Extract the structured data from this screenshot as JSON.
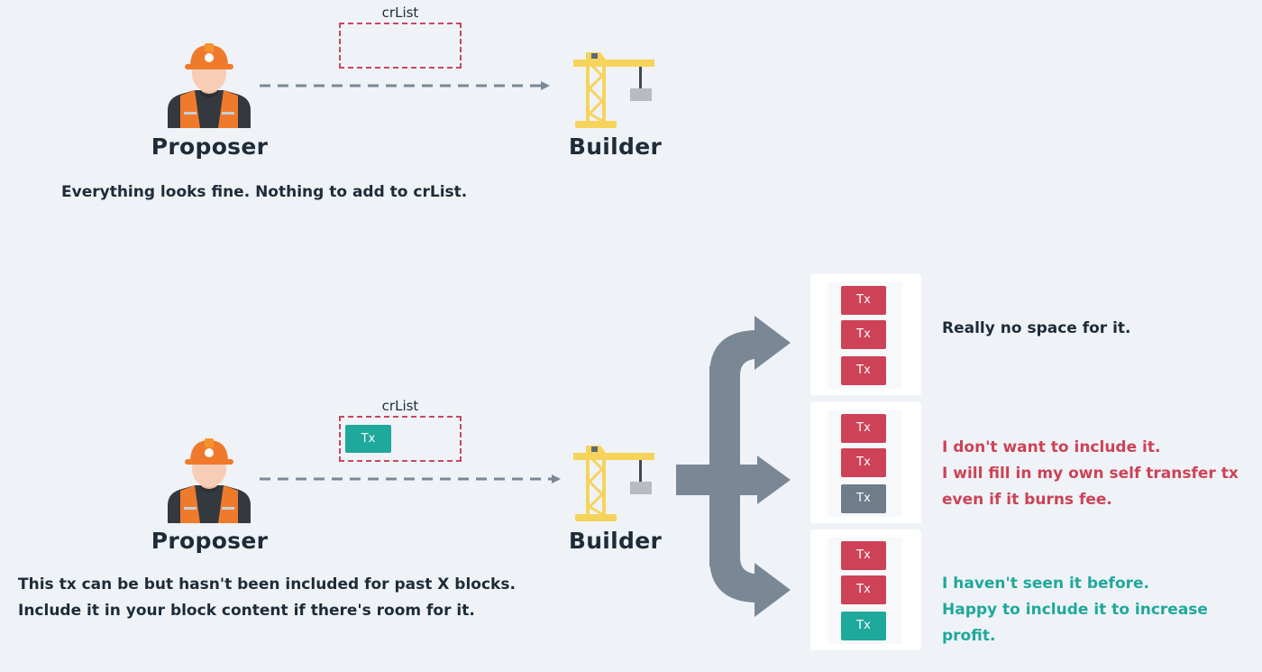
{
  "top": {
    "crlist_label": "crList",
    "proposer_label": "Proposer",
    "builder_label": "Builder",
    "caption": "Everything looks fine. Nothing to add to crList."
  },
  "bottom": {
    "crlist_label": "crList",
    "crlist_tx_label": "Tx",
    "proposer_label": "Proposer",
    "builder_label": "Builder",
    "caption_lines": [
      "This tx can be but hasn't been included for past X blocks.",
      "Include it in your block content if there's room for it."
    ]
  },
  "outcomes": [
    {
      "txs": [
        "Tx",
        "Tx",
        "Tx"
      ],
      "text_lines": [
        "Really no space for it."
      ],
      "color": "#1e2b38"
    },
    {
      "txs": [
        "Tx",
        "Tx",
        "Tx"
      ],
      "text_lines": [
        "I don't want to include it.",
        "I will fill in my own self transfer tx",
        "even if it burns fee."
      ],
      "color": "#cd4256"
    },
    {
      "txs": [
        "Tx",
        "Tx",
        "Tx"
      ],
      "text_lines": [
        "I haven't seen it before.",
        "Happy to include it to increase profit."
      ],
      "color": "#1fa89c"
    }
  ],
  "colors": {
    "tx_red": "#cd4256",
    "tx_gray": "#6f7c8a",
    "tx_teal": "#1fa89c",
    "arrow": "#7a8896",
    "crlist_border": "#c9475e"
  },
  "icons": {
    "proposer": "construction-worker-icon",
    "builder": "crane-icon"
  }
}
